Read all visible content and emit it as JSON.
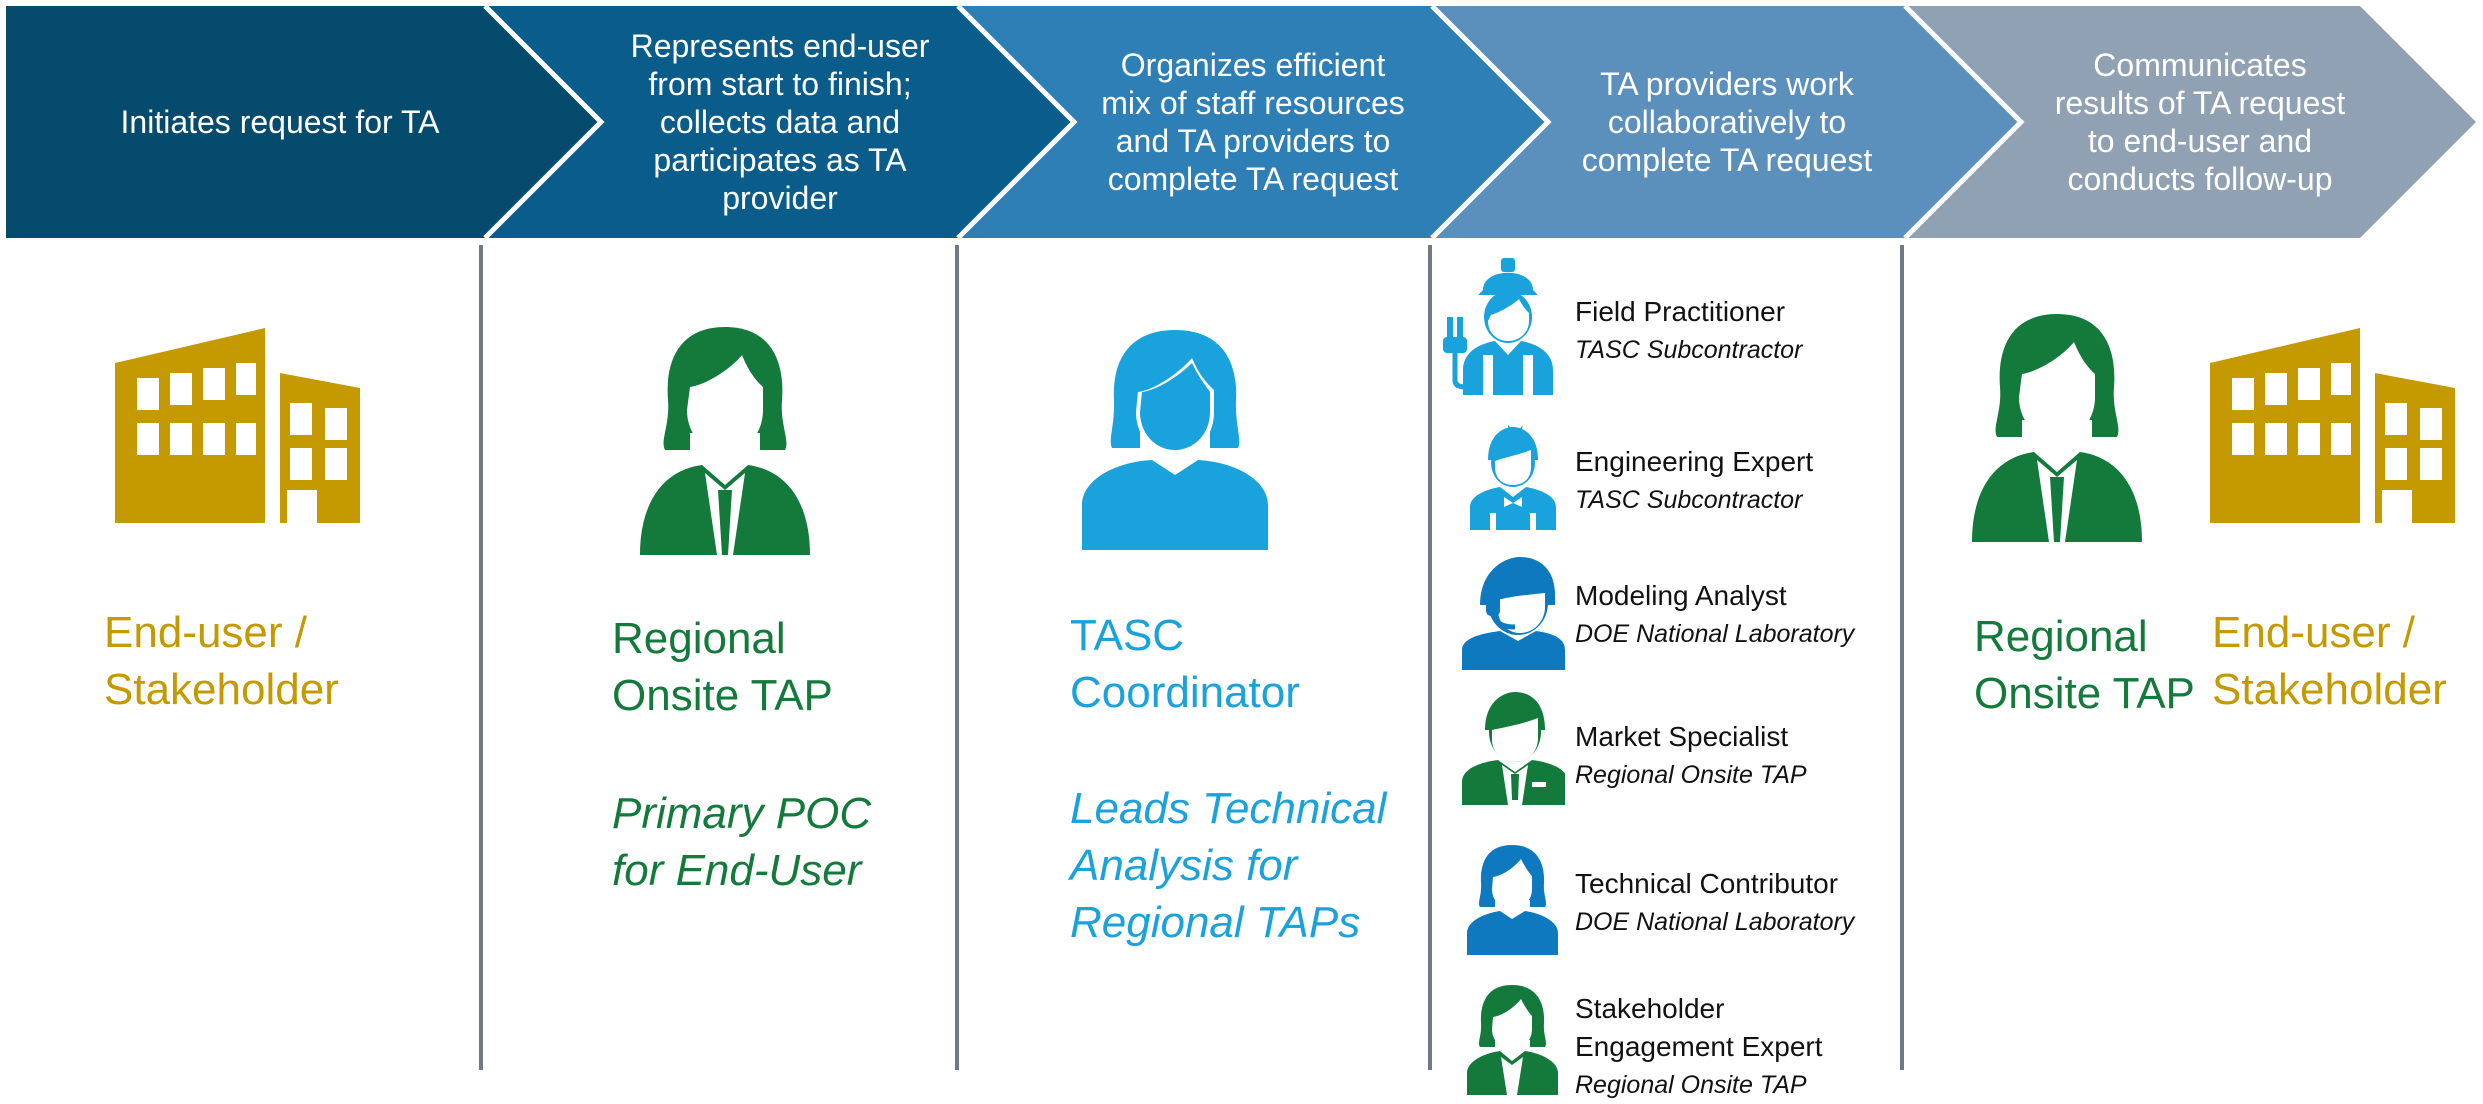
{
  "chevrons": [
    {
      "text": "Initiates request for TA",
      "color": "#054b6e"
    },
    {
      "text": "Represents end-user\nfrom start to finish;\ncollects data and\nparticipates as TA\nprovider",
      "color": "#0a5d8b"
    },
    {
      "text": "Organizes efficient\nmix of staff resources\nand TA providers to\ncomplete TA request",
      "color": "#2f7fb7"
    },
    {
      "text": "TA providers work\ncollaboratively to\ncomplete TA request",
      "color": "#5b8fbc"
    },
    {
      "text": "Communicates\nresults of TA request\nto end-user and\nconducts follow-up",
      "color": "#8fa1b3"
    }
  ],
  "colors": {
    "gold": "#c49a00",
    "green": "#137a3b",
    "cyan": "#1aa2dc",
    "blue": "#0f79c0",
    "divider": "#6f7a84"
  },
  "col1": {
    "icon": "building-icon",
    "label": "End-user /\nStakeholder"
  },
  "col2": {
    "icon": "woman-icon",
    "label": "Regional\nOnsite TAP",
    "sub": "Primary POC\nfor End-User"
  },
  "col3": {
    "icon": "woman-icon",
    "label": "TASC\nCoordinator",
    "sub": "Leads Technical\nAnalysis for\nRegional TAPs"
  },
  "col4": {
    "roles": [
      {
        "icon": "field-worker-icon",
        "title": "Field Practitioner",
        "org": "TASC Subcontractor"
      },
      {
        "icon": "engineer-icon",
        "title": "Engineering Expert",
        "org": "TASC Subcontractor"
      },
      {
        "icon": "headset-analyst-icon",
        "title": "Modeling Analyst",
        "org": "DOE National Laboratory"
      },
      {
        "icon": "man-tie-icon",
        "title": "Market Specialist",
        "org": "Regional Onsite TAP"
      },
      {
        "icon": "woman-icon",
        "title": "Technical Contributor",
        "org": "DOE National Laboratory"
      },
      {
        "icon": "woman-icon",
        "title": "Stakeholder\nEngagement Expert",
        "org": "Regional Onsite TAP"
      }
    ]
  },
  "col5": {
    "tap_icon": "woman-icon",
    "tap_label": "Regional\nOnsite TAP",
    "building_icon": "building-icon",
    "stake_label": "End-user /\nStakeholder"
  }
}
